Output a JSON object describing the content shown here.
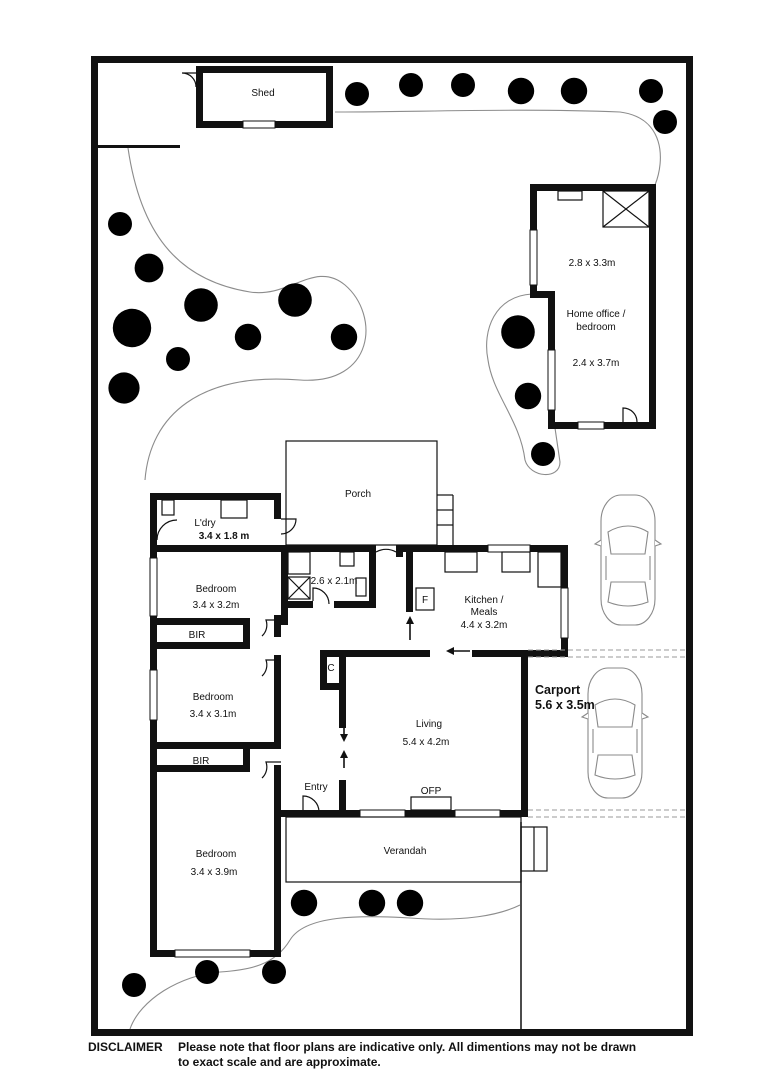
{
  "rooms": {
    "shed": "Shed",
    "home_office_size_top": "2.8 x 3.3m",
    "home_office_name_line1": "Home office /",
    "home_office_name_line2": "bedroom",
    "home_office_size_bottom": "2.4 x 3.7m",
    "porch": "Porch",
    "laundry_name": "L'dry",
    "laundry_size": "3.4 x 1.8 m",
    "bathroom_size": "2.6 x 2.1m",
    "kitchen_name_line1": "Kitchen /",
    "kitchen_name_line2": "Meals",
    "kitchen_size": "4.4 x 3.2m",
    "fridge": "F",
    "bedroom1_name": "Bedroom",
    "bedroom1_size": "3.4 x 3.2m",
    "bir1": "BIR",
    "cupboard": "C",
    "bedroom2_name": "Bedroom",
    "bedroom2_size": "3.4 x 3.1m",
    "living_name": "Living",
    "living_size": "5.4 x 4.2m",
    "bir2": "BIR",
    "entry": "Entry",
    "ofp": "OFP",
    "carport_name": "Carport",
    "carport_size": "5.6 x 3.5m",
    "bedroom3_name": "Bedroom",
    "bedroom3_size": "3.4 x 3.9m",
    "verandah": "Verandah"
  },
  "disclaimer": {
    "heading": "DISCLAIMER",
    "line1": "Please note that floor plans are indicative only. All dimentions may not be drawn",
    "line2": "to exact scale and are approximate."
  },
  "colors": {
    "wall": "#111111",
    "garden_path": "#8c8c8c",
    "car_outline": "#8a8a8a"
  }
}
